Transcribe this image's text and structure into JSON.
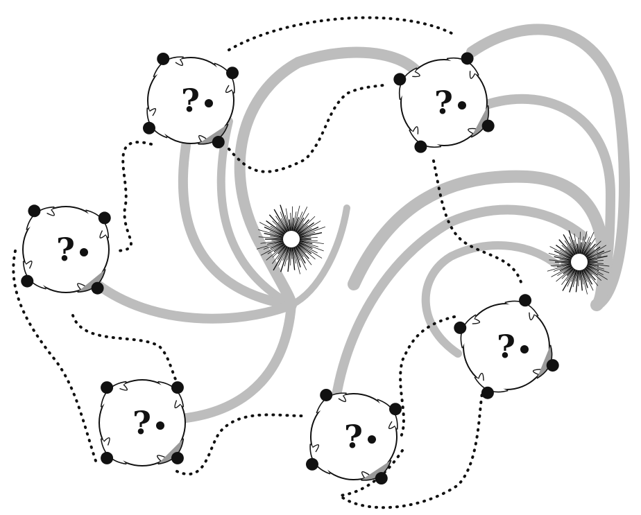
{
  "diagram": {
    "groups": [
      {
        "id": "group-1",
        "symbol": "?"
      },
      {
        "id": "group-2",
        "symbol": "?"
      },
      {
        "id": "group-3",
        "symbol": "?"
      },
      {
        "id": "group-4",
        "symbol": "?"
      },
      {
        "id": "group-5",
        "symbol": "?"
      },
      {
        "id": "group-6",
        "symbol": "?"
      }
    ],
    "bursts": [
      {
        "id": "burst-1"
      },
      {
        "id": "burst-2"
      }
    ],
    "colors": {
      "background": "#ffffff",
      "ink": "#111111",
      "ribbon": "#bdbdbd",
      "hood": "#9a9a9a"
    }
  }
}
